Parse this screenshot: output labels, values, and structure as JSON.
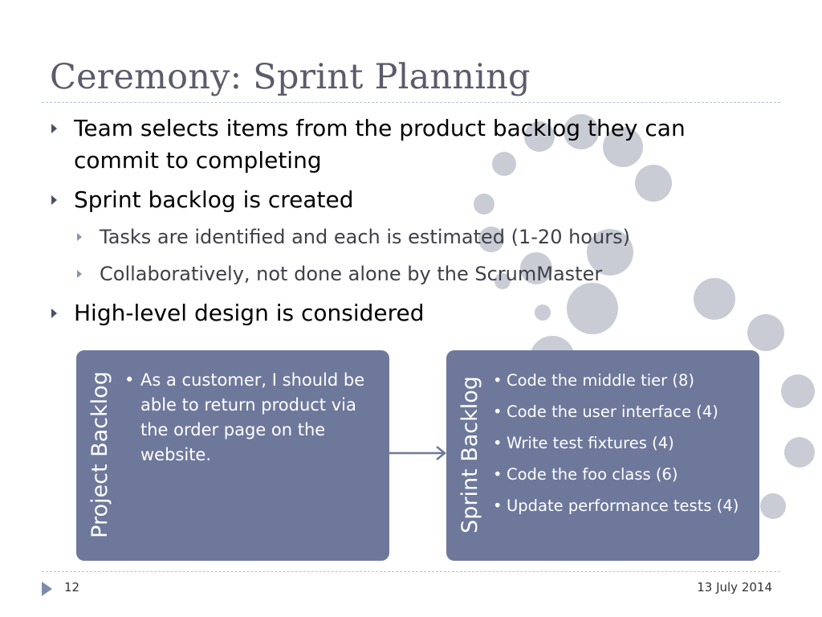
{
  "slide": {
    "title": "Ceremony: Sprint Planning",
    "bullets": [
      {
        "level": 1,
        "text": "Team selects items from the product backlog they can commit to completing"
      },
      {
        "level": 1,
        "text": "Sprint backlog is created"
      },
      {
        "level": 2,
        "text": "Tasks are identified and each is estimated (1-20 hours)"
      },
      {
        "level": 2,
        "text": "Collaboratively, not done alone by the ScrumMaster"
      },
      {
        "level": 1,
        "text": "High-level design is considered"
      }
    ]
  },
  "diagram": {
    "left_box": {
      "label": "Project Backlog",
      "items": [
        "As a customer, I should be able to return product via the order page on the website."
      ]
    },
    "right_box": {
      "label": "Sprint Backlog",
      "items": [
        "Code the middle tier (8)",
        "Code the user interface (4)",
        "Write test fixtures (4)",
        "Code the foo class (6)",
        "Update performance tests (4)"
      ]
    },
    "bullet_glyph": "•",
    "box_color": "#6e789b"
  },
  "footer": {
    "page_number": "12",
    "date": "13 July 2014"
  },
  "theme": {
    "title_color": "#5b5b6b",
    "circle_color": "#c9ccd4",
    "arrow_color": "#6e789b"
  }
}
